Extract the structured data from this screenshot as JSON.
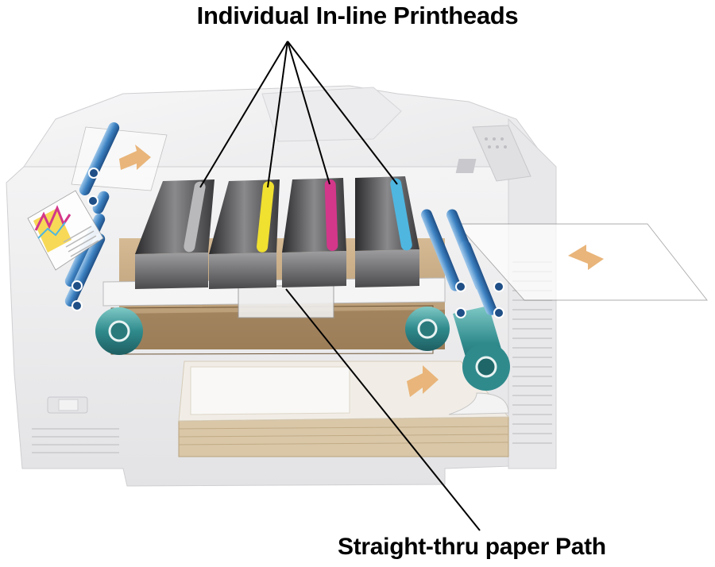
{
  "labels": {
    "printheads": "Individual In-line Printheads",
    "paper_path": "Straight-thru paper Path"
  },
  "colors": {
    "background": "#ffffff",
    "printer_body": "#eeeeef",
    "print_bar": "#8c8c8e",
    "belt": "#bda078",
    "tray_stack": "#d9c7a8",
    "roller_teal": "#2f8a8c",
    "roller_blue": "#3d82c2",
    "arrow": "#e9b57a",
    "ink_black": "#9a9a9a",
    "ink_yellow": "#f0e030",
    "ink_magenta": "#d3378a",
    "ink_cyan": "#4fb6e0"
  },
  "printheads": [
    {
      "name": "black-printhead",
      "ink": "black"
    },
    {
      "name": "yellow-printhead",
      "ink": "yellow"
    },
    {
      "name": "magenta-printhead",
      "ink": "magenta"
    },
    {
      "name": "cyan-printhead",
      "ink": "cyan"
    }
  ]
}
